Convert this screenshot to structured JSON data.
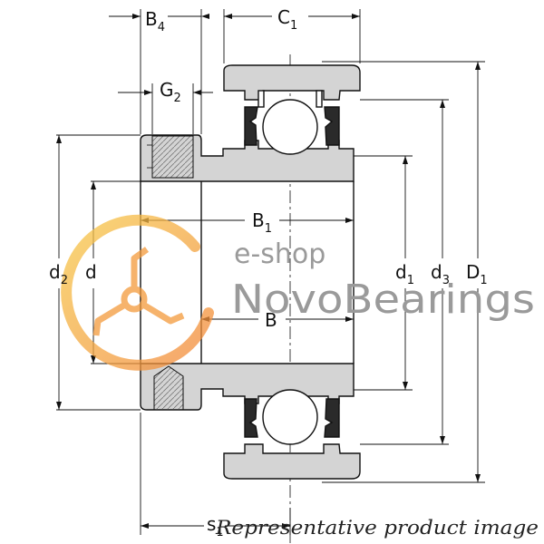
{
  "labels": {
    "b4": "B",
    "b4_sub": "4",
    "c1": "C",
    "c1_sub": "1",
    "g2": "G",
    "g2_sub": "2",
    "b1": "B",
    "b1_sub": "1",
    "b": "B",
    "d2": "d",
    "d2_sub": "2",
    "d": "d",
    "d1": "d",
    "d1_sub": "1",
    "d3": "d",
    "d3_sub": "3",
    "D1": "D",
    "D1_sub": "1",
    "s1": "s",
    "s1_sub": "1"
  },
  "watermark": {
    "eshop": "e-shop",
    "brand": "NovoBearings",
    "caption": "Representative product image"
  },
  "colors": {
    "part_fill": "#d4d4d4",
    "line": "#111111",
    "logo_orange": "#f39a3c",
    "logo_yellow": "#f7c948",
    "watermark_gray": "#9a9a9a"
  }
}
